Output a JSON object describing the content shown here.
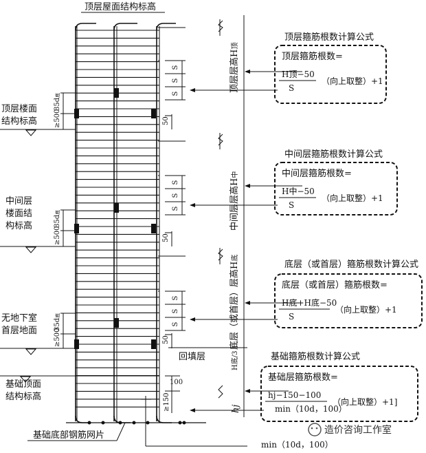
{
  "top_title": "顶层屋面结构标高",
  "left_labels": {
    "top_floor": [
      "顶层楼面",
      "结构标高"
    ],
    "mid_floor": [
      "中间层",
      "楼面结",
      "构标高"
    ],
    "ground_floor": [
      "无地下室",
      "首层地面"
    ],
    "foundation_top": [
      "基础顶面",
      "结构标高"
    ],
    "foundation_mesh": "基础底部钢筋网片"
  },
  "dims": {
    "lap_len": "35d",
    "lap_sub": "底",
    "ge500": "≥500",
    "s": "S",
    "d50": "50",
    "d100": "100",
    "d150": "≥150",
    "hj": "hj",
    "min_bottom": "min（10d，100）",
    "backfill": "回填层",
    "h_top": "顶层层高H",
    "h_top_sub": "顶",
    "h_mid": "中间层层高H",
    "h_mid_sub": "中",
    "h_bot": "底层（或首层）层高H",
    "h_bot_sub": "底",
    "h_under": "H底/3"
  },
  "boxes": [
    {
      "title": "顶层箍筋根数计算公式",
      "line1": "顶层箍筋根数=",
      "numerator": "H顶−50",
      "denominator": "S",
      "tail": "（向上取整）+1"
    },
    {
      "title": "中间层箍筋根数计算公式",
      "line1": "中间层箍筋根数=",
      "numerator": "H中−50",
      "denominator": "S",
      "tail": "（向上取整）+1"
    },
    {
      "title": "底层（或首层）箍筋根数计算公式",
      "line1": "底层（或首层）箍筋根数=",
      "numerator": "H底+H底−50",
      "denominator": "S",
      "tail": "（向上取整）+1"
    },
    {
      "title": "基础箍筋根数计算公式",
      "line1": "基础层箍筋根数=",
      "numerator": "hj−150−100",
      "denominator": "min（10d，100）",
      "tail": "（向上取整）+1]"
    }
  ],
  "watermark": "造价咨询工作室"
}
